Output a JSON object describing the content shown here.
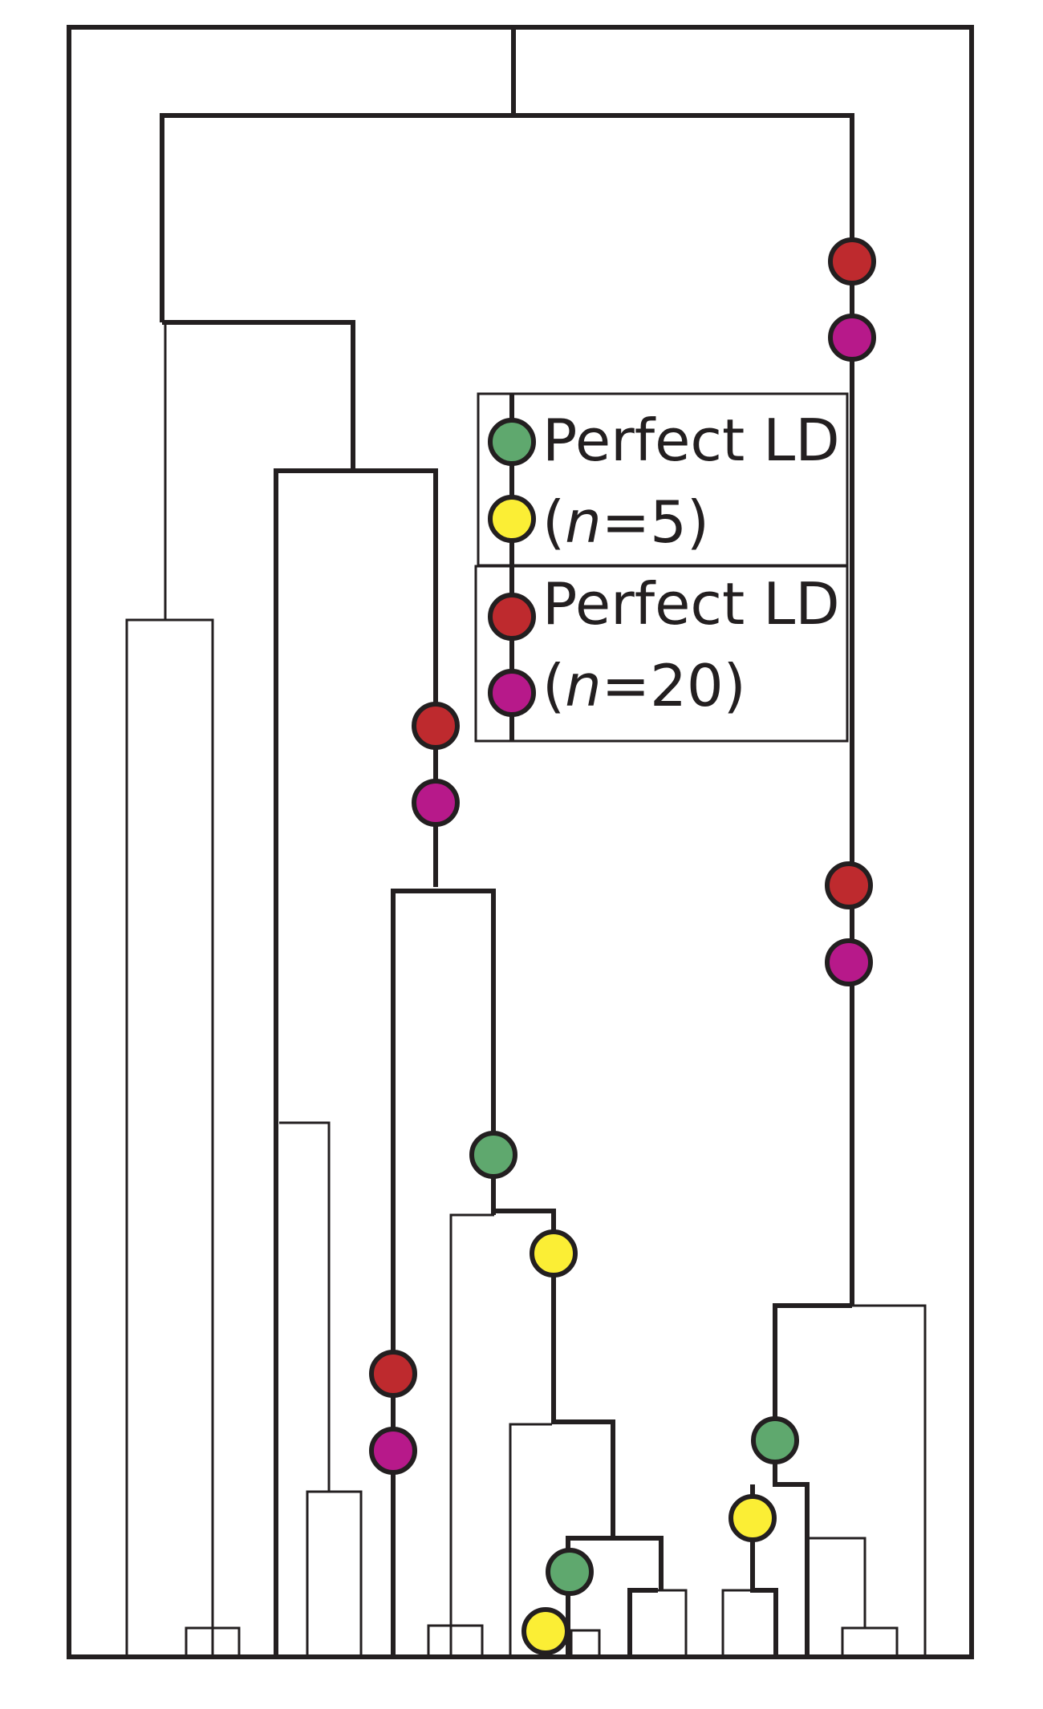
{
  "legend": {
    "entries": [
      {
        "label_line1": "Perfect LD",
        "label_prefix": "(",
        "label_var": "n",
        "label_suffix": "=5)",
        "marker_top": "green",
        "marker_bottom": "yellow"
      },
      {
        "label_line1": "Perfect LD",
        "label_prefix": "(",
        "label_var": "n",
        "label_suffix": "=20)",
        "marker_top": "red",
        "marker_bottom": "magenta"
      }
    ]
  },
  "colors": {
    "line": "#231f20",
    "red": "#be2a2e",
    "magenta": "#b7198a",
    "green": "#5fa86e",
    "yellow": "#fbee35",
    "background": "#ffffff"
  },
  "markers_meaning": {
    "green": "perfect LD n=5 (upper marker)",
    "yellow": "perfect LD n=5 (lower marker)",
    "red": "perfect LD n=20 (upper marker)",
    "magenta": "perfect LD n=20 (lower marker)"
  }
}
